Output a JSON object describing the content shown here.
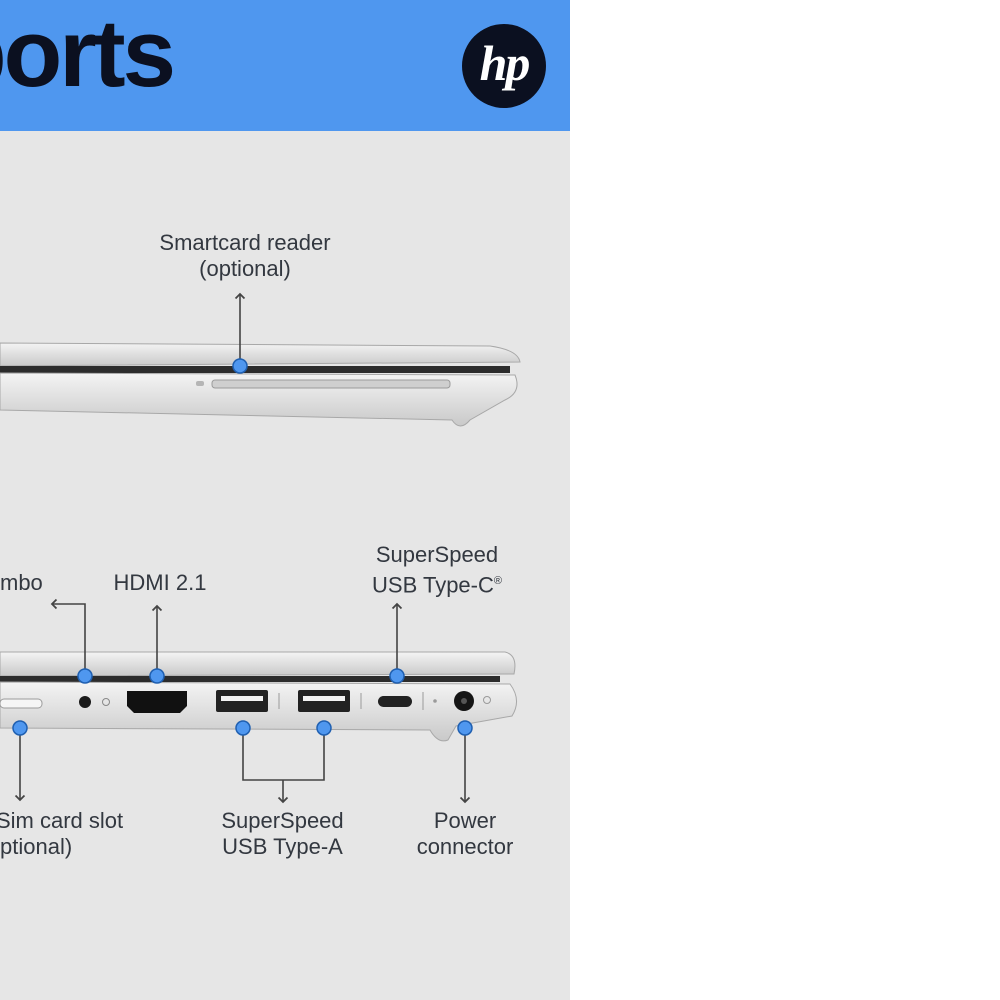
{
  "header": {
    "title": "ports",
    "logo_text": "hp",
    "background": "#4f97ef"
  },
  "callouts": {
    "smartcard_line1": "Smartcard reader",
    "smartcard_line2": "(optional)",
    "combo_partial": "mbo",
    "hdmi": "HDMI 2.1",
    "usbc_line1": "SuperSpeed",
    "usbc_line2": "USB Type-C",
    "usbc_sup": "®",
    "sim_line1": "Sim card slot",
    "sim_line2": "ptional)",
    "usba_line1": "SuperSpeed",
    "usba_line2": "USB Type-A",
    "power_line1": "Power",
    "power_line2": "connector"
  },
  "colors": {
    "accent_dot": "#4f97ef",
    "panel": "#e6e6e6",
    "text": "#333840"
  }
}
